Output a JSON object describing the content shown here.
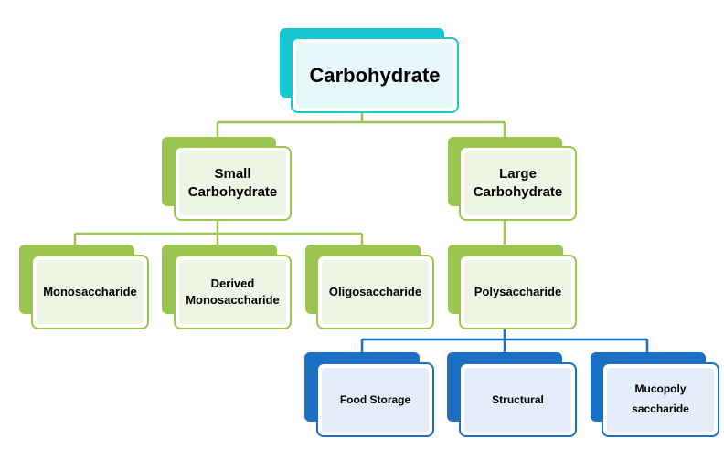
{
  "colors": {
    "teal": "#15c8d2",
    "teal_light": "#e6f8fa",
    "green": "#9bc54e",
    "green_light": "#eef5e4",
    "blue": "#1a6fc4",
    "blue_light": "#e4eef9"
  },
  "nodes": {
    "root": "Carbohydrate",
    "small": "Small\nCarbohydrate",
    "large": "Large\nCarbohydrate",
    "mono": "Monosaccharide",
    "derived": "Derived\nMonosaccharide",
    "oligo": "Oligosaccharide",
    "poly": "Polysaccharide",
    "food": "Food Storage",
    "structural": "Structural",
    "muco": "Mucopoly\nsaccharide"
  }
}
